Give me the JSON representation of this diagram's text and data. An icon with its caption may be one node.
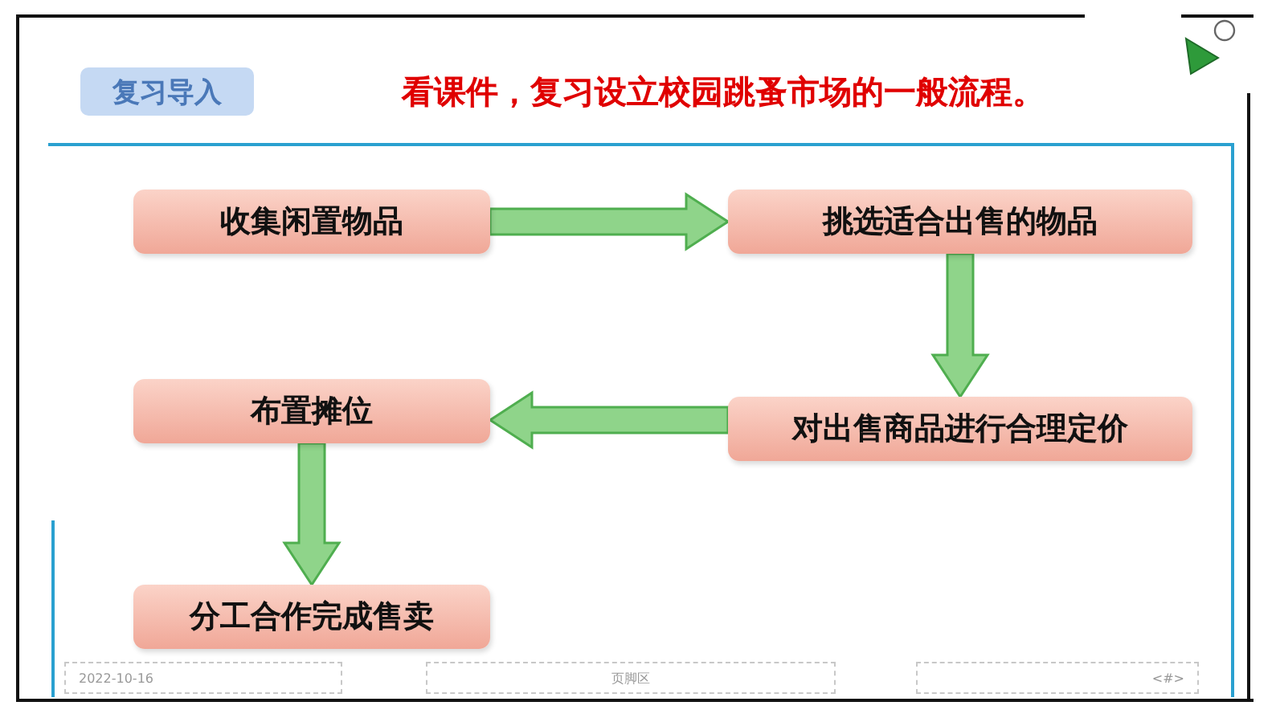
{
  "diagram": {
    "title": "看课件，复习设立校园跳蚤市场的一般流程。",
    "nodes": [
      {
        "text": [
          "收集闲置物品"
        ]
      },
      {
        "text": [
          "挑选适合出售的物品"
        ]
      },
      {
        "text": [
          "对出售商品进行合理定价"
        ]
      },
      {
        "text": [
          "布置摊位"
        ]
      },
      {
        "text": [
          "分工合作完成售卖"
        ]
      }
    ],
    "edges": [
      {
        "from": 0,
        "to": 1,
        "arrow": "to"
      },
      {
        "from": 1,
        "to": 2,
        "arrow": "to"
      },
      {
        "from": 2,
        "to": 3,
        "arrow": "to"
      },
      {
        "from": 3,
        "to": 4,
        "arrow": "to"
      }
    ],
    "labels": [
      "复习导入",
      "2022-10-16",
      "页脚区",
      "<#>"
    ]
  }
}
